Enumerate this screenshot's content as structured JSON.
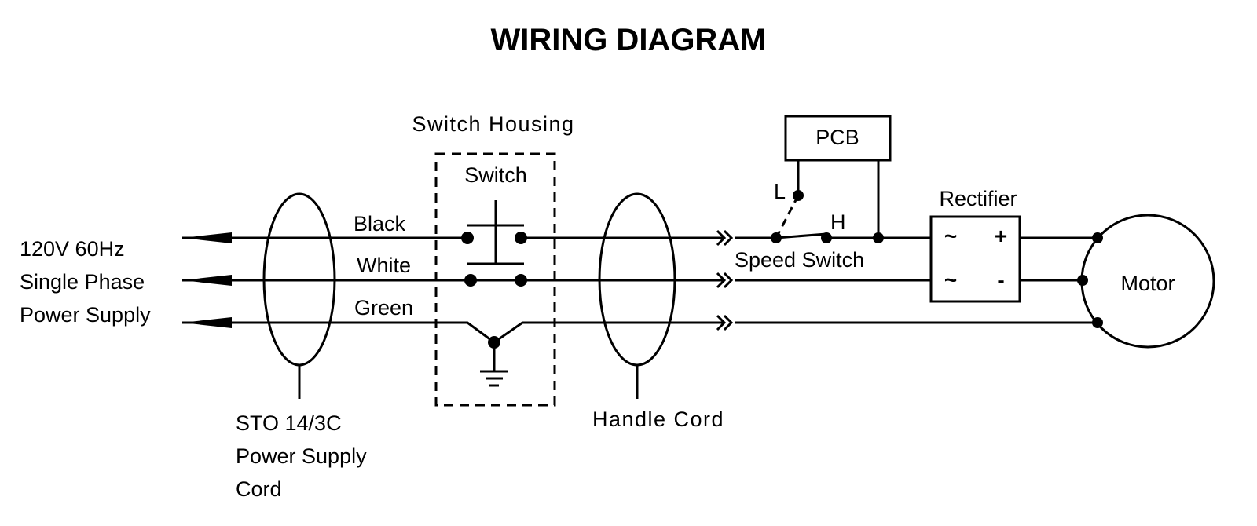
{
  "title": "WIRING DIAGRAM",
  "power_supply": {
    "lines": [
      "120V 60Hz",
      "Single Phase",
      "Power Supply"
    ]
  },
  "supply_cord": {
    "lines": [
      "STO 14/3C",
      "Power Supply",
      "Cord"
    ]
  },
  "wires": {
    "black": "Black",
    "white": "White",
    "green": "Green"
  },
  "switch_housing": {
    "label": "Switch Housing",
    "switch_label": "Switch"
  },
  "handle_cord": {
    "label": "Handle Cord"
  },
  "pcb": {
    "label": "PCB"
  },
  "speed_switch": {
    "label": "Speed Switch",
    "low": "L",
    "high": "H"
  },
  "rectifier": {
    "label": "Rectifier",
    "ac1": "~",
    "ac2": "~",
    "plus": "+",
    "minus": "-"
  },
  "motor": {
    "label": "Motor"
  }
}
